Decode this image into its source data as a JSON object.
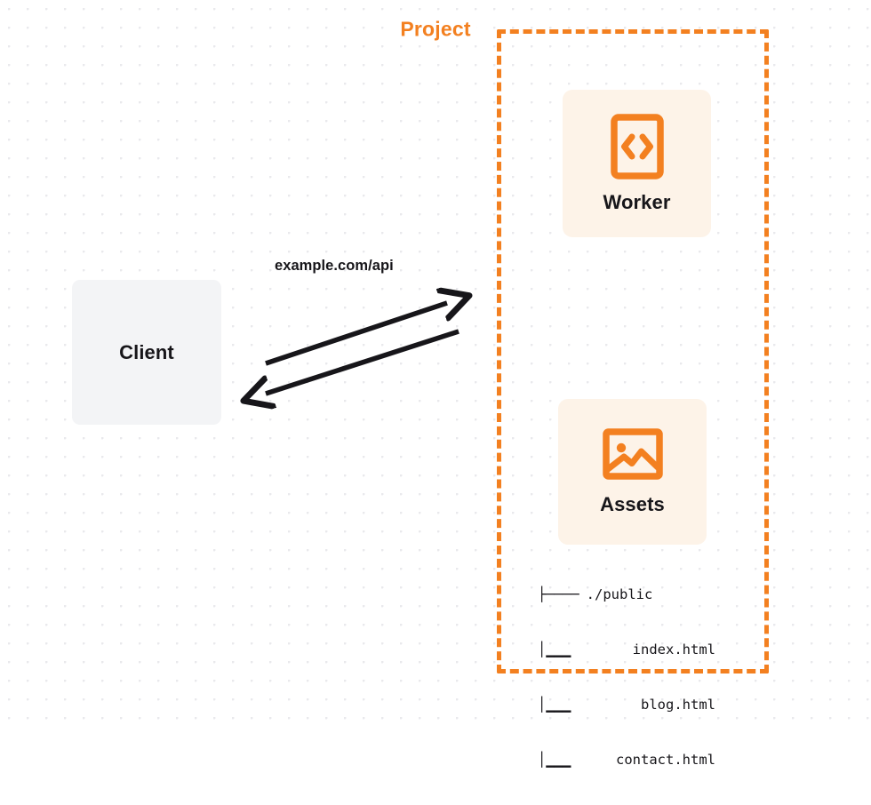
{
  "diagram": {
    "title": "Project",
    "colors": {
      "accent_orange": "#F38020",
      "card_background": "#FDF3E8",
      "client_background": "#F3F4F6",
      "text_dark": "#17161A",
      "grid_dot": "#E9E9EC"
    },
    "client": {
      "label": "Client",
      "icon_name": "client-box"
    },
    "connection": {
      "label": "example.com/api",
      "request_arrow_name": "request-arrow",
      "response_arrow_name": "response-arrow",
      "direction": "bidirectional"
    },
    "project": {
      "label": "Project",
      "resources": [
        {
          "label": "Worker",
          "icon_name": "code-brackets-icon"
        },
        {
          "label": "Assets",
          "icon_name": "image-icon"
        }
      ]
    },
    "file_tree": {
      "rows": [
        {
          "branch": "├────",
          "name": "./public"
        },
        {
          "branch": "│▁▁▁",
          "name": "index.html"
        },
        {
          "branch": "│▁▁▁",
          "name": "blog.html"
        },
        {
          "branch": "│▁▁▁",
          "name": "contact.html"
        }
      ]
    }
  }
}
